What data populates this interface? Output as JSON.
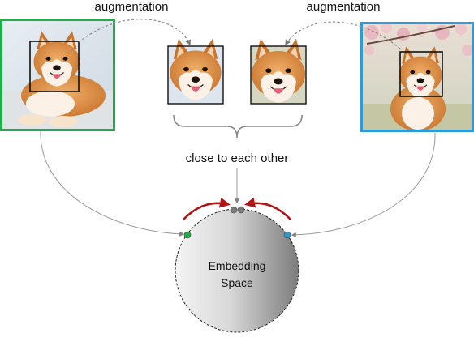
{
  "labels": {
    "augmentation_left": "augmentation",
    "augmentation_right": "augmentation",
    "close_caption": "close to each other",
    "embedding_line1": "Embedding",
    "embedding_line2": "Space"
  },
  "colors": {
    "left_frame": "#1fae4a",
    "right_frame": "#2e9bd6",
    "pull_arrow": "#b01414",
    "connector": "#9a9a9a",
    "dashed_arrow": "#8a8a8a",
    "crop_box": "#111111",
    "sphere_light": "#f2f2f2",
    "sphere_dark": "#7a7a7a",
    "left_dot": "#1fae4a",
    "right_dot": "#2e9bd6",
    "center_dots": "#777777"
  },
  "images": {
    "left_source": "dog-photo-lying",
    "right_source": "dog-photo-blossom",
    "crop_a": "dog-crop-left",
    "crop_b": "dog-crop-right"
  }
}
